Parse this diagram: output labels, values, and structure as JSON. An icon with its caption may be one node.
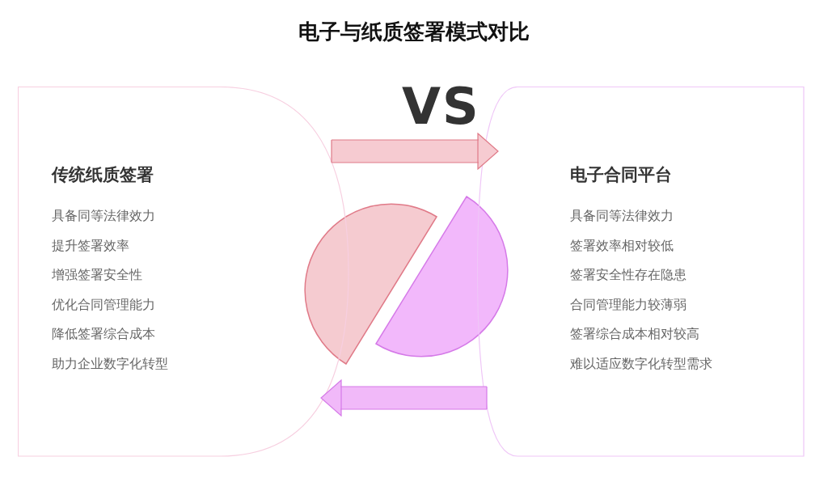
{
  "diagram": {
    "title": "电子与纸质签署模式对比",
    "nodes": [
      {
        "text": [
          "传统纸质签署",
          "具备同等法律效力",
          "提升签署效率",
          "增强签署安全性",
          "优化合同管理能力",
          "降低签署综合成本",
          "助力企业数字化转型"
        ]
      },
      {
        "text": [
          "电子合同平台",
          "具备同等法律效力",
          "签署效率相对较低",
          "签署安全性存在隐患",
          "合同管理能力较薄弱",
          "签署综合成本相对较高",
          "难以适应数字化转型需求"
        ]
      }
    ],
    "edges": [
      {
        "from": 0,
        "to": 1,
        "arrow": "to",
        "color": "#e07a88"
      },
      {
        "from": 1,
        "to": 0,
        "arrow": "to",
        "color": "#d57ae8"
      }
    ],
    "labels": [
      "VS"
    ]
  }
}
